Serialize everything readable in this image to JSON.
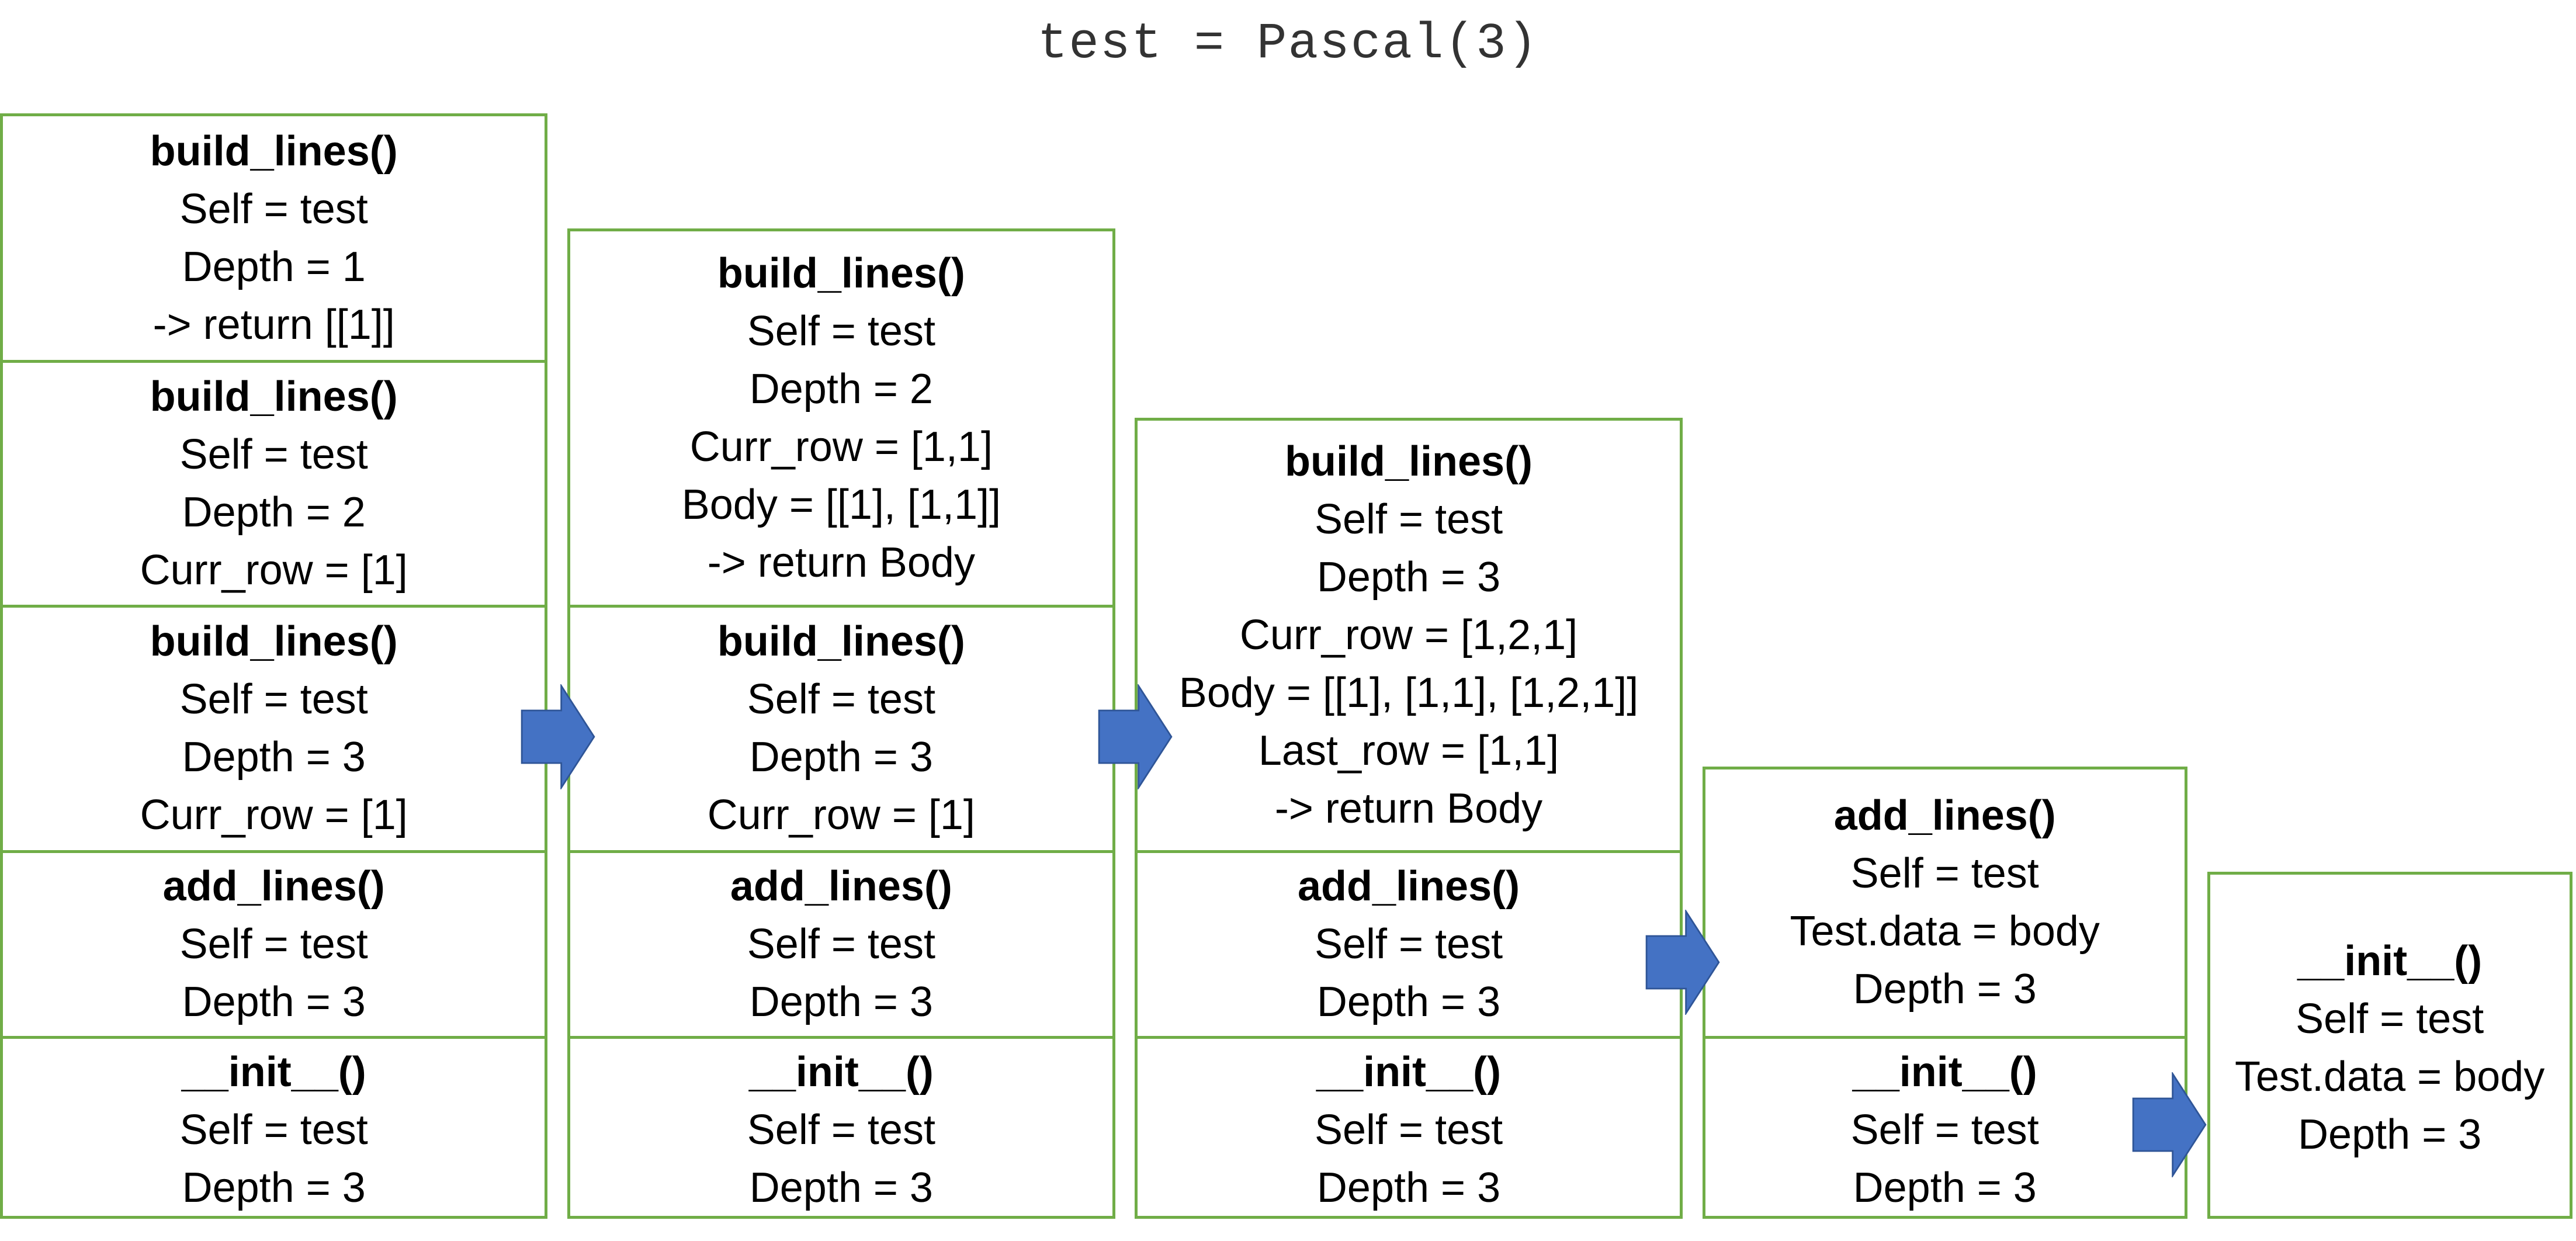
{
  "title": "test = Pascal(3)",
  "colors": {
    "frame_border": "#70ad47",
    "arrow_fill": "#4472c4",
    "arrow_stroke": "#2f5597"
  },
  "stacks": [
    {
      "frames": [
        {
          "name": "build_lines()",
          "lines": [
            "Self = test",
            "Depth = 1",
            "-> return [[1]]"
          ]
        },
        {
          "name": "build_lines()",
          "lines": [
            "Self = test",
            "Depth = 2",
            "Curr_row = [1]"
          ]
        },
        {
          "name": "build_lines()",
          "lines": [
            "Self = test",
            "Depth = 3",
            "Curr_row = [1]"
          ]
        },
        {
          "name": "add_lines()",
          "lines": [
            "Self = test",
            "Depth = 3"
          ]
        },
        {
          "name": "__init__()",
          "lines": [
            "Self = test",
            "Depth = 3"
          ]
        }
      ]
    },
    {
      "frames": [
        {
          "name": "build_lines()",
          "lines": [
            "Self = test",
            "Depth = 2",
            "Curr_row = [1,1]",
            "Body = [[1], [1,1]]",
            "-> return Body"
          ]
        },
        {
          "name": "build_lines()",
          "lines": [
            "Self = test",
            "Depth = 3",
            "Curr_row = [1]"
          ]
        },
        {
          "name": "add_lines()",
          "lines": [
            "Self = test",
            "Depth = 3"
          ]
        },
        {
          "name": "__init__()",
          "lines": [
            "Self = test",
            "Depth = 3"
          ]
        }
      ]
    },
    {
      "frames": [
        {
          "name": "build_lines()",
          "lines": [
            "Self = test",
            "Depth = 3",
            "Curr_row = [1,2,1]",
            "Body = [[1], [1,1], [1,2,1]]",
            "Last_row = [1,1]",
            "-> return Body"
          ]
        },
        {
          "name": "add_lines()",
          "lines": [
            "Self = test",
            "Depth = 3"
          ]
        },
        {
          "name": "__init__()",
          "lines": [
            "Self = test",
            "Depth = 3"
          ]
        }
      ]
    },
    {
      "frames": [
        {
          "name": "add_lines()",
          "lines": [
            "Self = test",
            "Test.data = body",
            "Depth = 3"
          ]
        },
        {
          "name": "__init__()",
          "lines": [
            "Self = test",
            "Depth = 3"
          ]
        }
      ]
    },
    {
      "frames": [
        {
          "name": "__init__()",
          "lines": [
            "Self = test",
            "Test.data = body",
            "Depth = 3"
          ]
        }
      ]
    }
  ]
}
